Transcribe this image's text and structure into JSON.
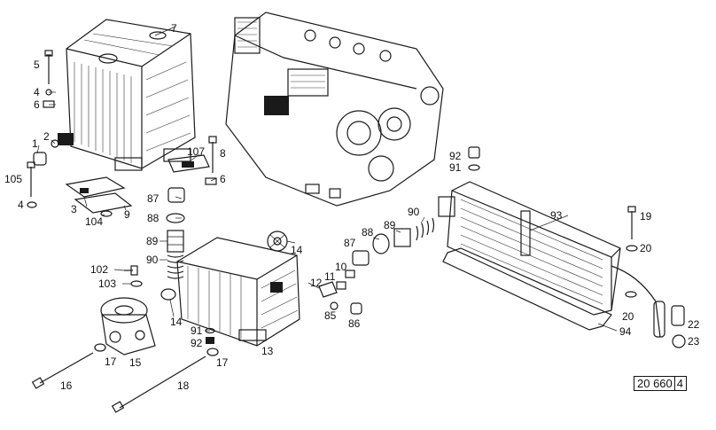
{
  "diagram": {
    "drawing_number": "20 660",
    "drawing_revision": "4",
    "part_numbers": [
      {
        "id": "p1",
        "label": "1"
      },
      {
        "id": "p2",
        "label": "2"
      },
      {
        "id": "p3",
        "label": "3"
      },
      {
        "id": "p4a",
        "label": "4"
      },
      {
        "id": "p4b",
        "label": "4"
      },
      {
        "id": "p5",
        "label": "5"
      },
      {
        "id": "p6a",
        "label": "6"
      },
      {
        "id": "p6b",
        "label": "6"
      },
      {
        "id": "p7",
        "label": "7"
      },
      {
        "id": "p8",
        "label": "8"
      },
      {
        "id": "p9",
        "label": "9"
      },
      {
        "id": "p10",
        "label": "10"
      },
      {
        "id": "p11",
        "label": "11"
      },
      {
        "id": "p12",
        "label": "12"
      },
      {
        "id": "p13",
        "label": "13"
      },
      {
        "id": "p14a",
        "label": "14"
      },
      {
        "id": "p14b",
        "label": "14"
      },
      {
        "id": "p15",
        "label": "15"
      },
      {
        "id": "p16",
        "label": "16"
      },
      {
        "id": "p17a",
        "label": "17"
      },
      {
        "id": "p17b",
        "label": "17"
      },
      {
        "id": "p18",
        "label": "18"
      },
      {
        "id": "p19",
        "label": "19"
      },
      {
        "id": "p20a",
        "label": "20"
      },
      {
        "id": "p20b",
        "label": "20"
      },
      {
        "id": "p22",
        "label": "22"
      },
      {
        "id": "p23",
        "label": "23"
      },
      {
        "id": "p85",
        "label": "85"
      },
      {
        "id": "p86",
        "label": "86"
      },
      {
        "id": "p87a",
        "label": "87"
      },
      {
        "id": "p87b",
        "label": "87"
      },
      {
        "id": "p88a",
        "label": "88"
      },
      {
        "id": "p88b",
        "label": "88"
      },
      {
        "id": "p89a",
        "label": "89"
      },
      {
        "id": "p89b",
        "label": "89"
      },
      {
        "id": "p90a",
        "label": "90"
      },
      {
        "id": "p90b",
        "label": "90"
      },
      {
        "id": "p91a",
        "label": "91"
      },
      {
        "id": "p91b",
        "label": "91"
      },
      {
        "id": "p92a",
        "label": "92"
      },
      {
        "id": "p92b",
        "label": "92"
      },
      {
        "id": "p93",
        "label": "93"
      },
      {
        "id": "p94",
        "label": "94"
      },
      {
        "id": "p102",
        "label": "102"
      },
      {
        "id": "p103",
        "label": "103"
      },
      {
        "id": "p104",
        "label": "104"
      },
      {
        "id": "p105",
        "label": "105"
      },
      {
        "id": "p107",
        "label": "107"
      }
    ]
  }
}
